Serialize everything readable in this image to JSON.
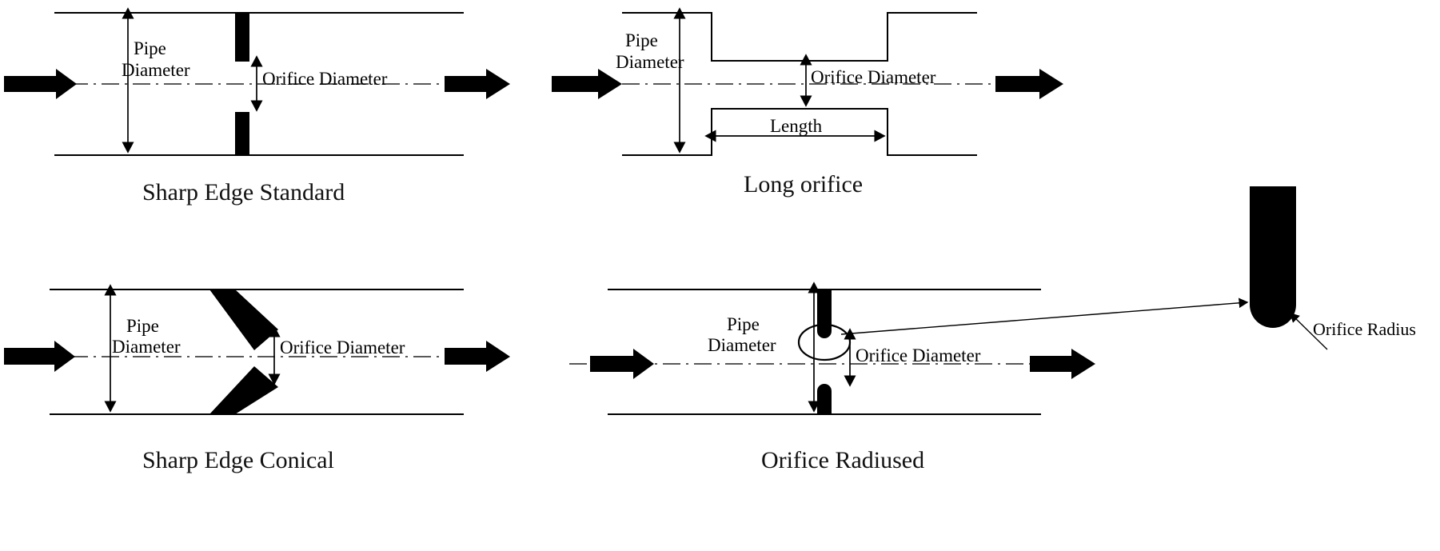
{
  "figure": {
    "title": "Orifice types comparison diagram",
    "background_color": "#ffffff",
    "line_color": "#000000",
    "plate_color": "#000000"
  },
  "panels": [
    {
      "id": "sharp-edge-standard",
      "caption": "Sharp Edge Standard",
      "labels": {
        "pipe_diameter_line1": "Pipe",
        "pipe_diameter_line2": "Diameter",
        "orifice_diameter": "Orifice Diameter"
      },
      "flow_inlet_icon": "flow-arrow-right-icon",
      "flow_outlet_icon": "flow-arrow-right-icon"
    },
    {
      "id": "long-orifice",
      "caption": "Long orifice",
      "labels": {
        "pipe_diameter_line1": "Pipe",
        "pipe_diameter_line2": "Diameter",
        "orifice_diameter": "Orifice Diameter",
        "length": "Length"
      },
      "flow_inlet_icon": "flow-arrow-right-icon",
      "flow_outlet_icon": "flow-arrow-right-icon"
    },
    {
      "id": "sharp-edge-conical",
      "caption": "Sharp Edge Conical",
      "labels": {
        "pipe_diameter_line1": "Pipe",
        "pipe_diameter_line2": "Diameter",
        "orifice_diameter": "Orifice Diameter"
      },
      "flow_inlet_icon": "flow-arrow-right-icon",
      "flow_outlet_icon": "flow-arrow-right-icon"
    },
    {
      "id": "orifice-radiused",
      "caption": "Orifice Radiused",
      "labels": {
        "pipe_diameter_line1": "Pipe",
        "pipe_diameter_line2": "Diameter",
        "orifice_diameter": "Orifice Diameter",
        "orifice_radius": "Orifice Radius"
      },
      "flow_inlet_icon": "flow-arrow-right-icon",
      "flow_outlet_icon": "flow-arrow-right-icon",
      "detail_callout": {
        "name": "radiused-edge-detail",
        "label": "Orifice Radius"
      }
    }
  ]
}
